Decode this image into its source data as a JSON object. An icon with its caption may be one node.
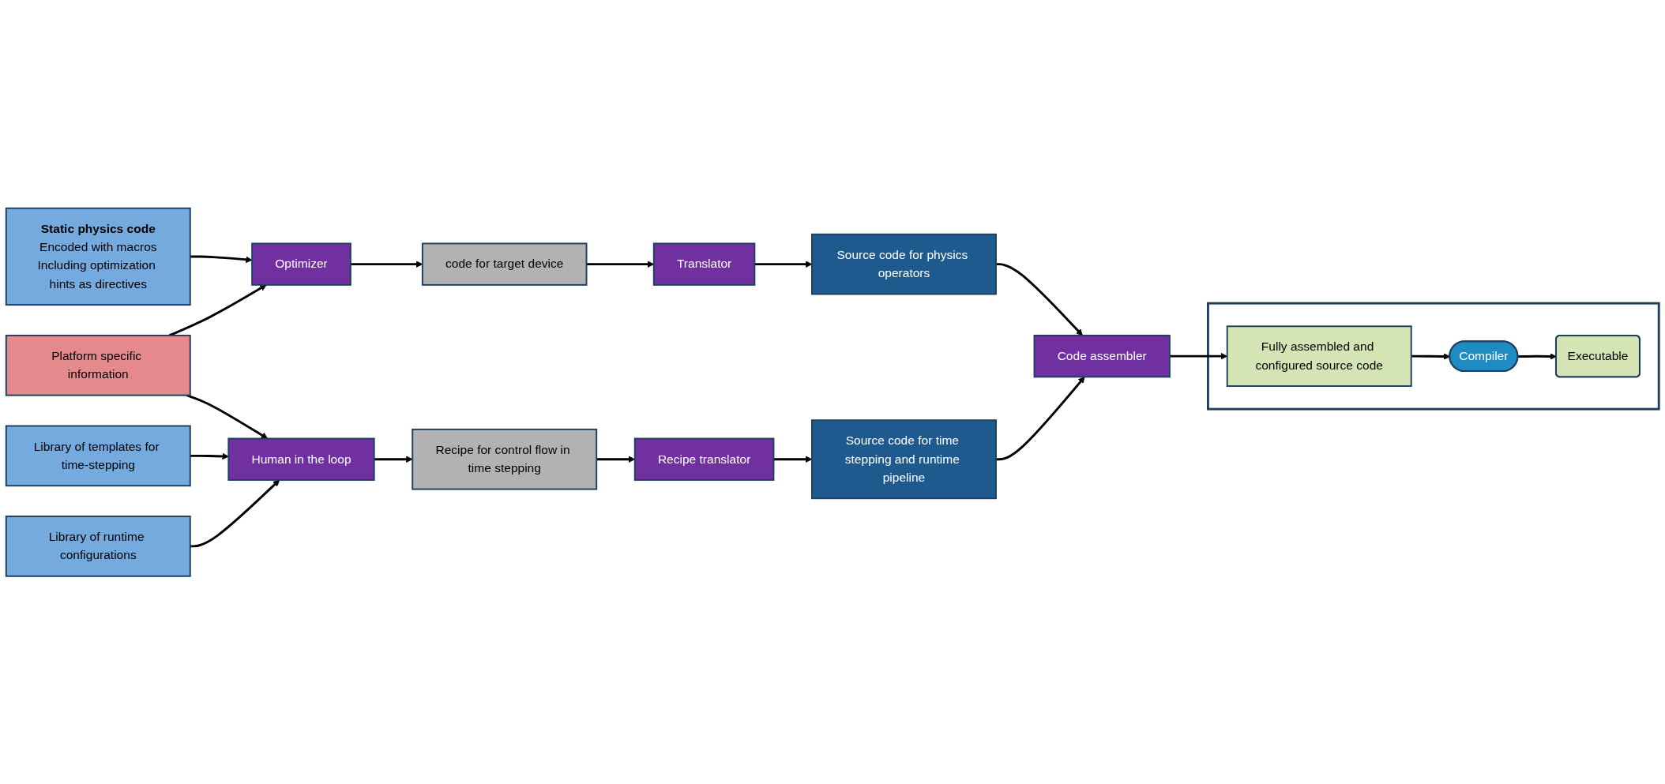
{
  "diagram": {
    "nodes": [
      {
        "text": [
          "Static physics code",
          "Encoded with macros",
          "Including optimization hints as directives"
        ]
      },
      {
        "text": [
          "Platform specific information"
        ]
      },
      {
        "text": [
          "Library of templates for time-stepping"
        ]
      },
      {
        "text": [
          "Library of runtime configurations"
        ]
      },
      {
        "text": [
          "Optimizer"
        ]
      },
      {
        "text": [
          "code for target device"
        ]
      },
      {
        "text": [
          "Translator"
        ]
      },
      {
        "text": [
          "Source code for physics operators"
        ]
      },
      {
        "text": [
          "Human in the loop"
        ]
      },
      {
        "text": [
          "Recipe for control flow in time stepping"
        ]
      },
      {
        "text": [
          "Recipe translator"
        ]
      },
      {
        "text": [
          "Source code for time stepping and runtime pipeline"
        ]
      },
      {
        "text": [
          "Code assembler"
        ]
      },
      {
        "text": [],
        "shape": "box"
      },
      {
        "text": [
          "Fully assembled and configured source code"
        ],
        "in": 13
      },
      {
        "text": [
          "Compiler"
        ],
        "in": 13
      },
      {
        "text": [
          "Executable"
        ],
        "in": 13
      }
    ],
    "edges": [
      {
        "from": 0,
        "to": 4,
        "arrow": "to"
      },
      {
        "from": 1,
        "to": 4,
        "arrow": "to"
      },
      {
        "from": 4,
        "to": 5,
        "arrow": "to"
      },
      {
        "from": 5,
        "to": 6,
        "arrow": "to"
      },
      {
        "from": 6,
        "to": 7,
        "arrow": "to"
      },
      {
        "from": 7,
        "to": 12,
        "arrow": "to"
      },
      {
        "from": 1,
        "to": 8,
        "arrow": "to"
      },
      {
        "from": 2,
        "to": 8,
        "arrow": "to"
      },
      {
        "from": 3,
        "to": 8,
        "arrow": "to"
      },
      {
        "from": 8,
        "to": 9,
        "arrow": "to"
      },
      {
        "from": 9,
        "to": 10,
        "arrow": "to"
      },
      {
        "from": 10,
        "to": 11,
        "arrow": "to"
      },
      {
        "from": 11,
        "to": 12,
        "arrow": "to"
      },
      {
        "from": 12,
        "to": 14,
        "arrow": "to"
      },
      {
        "from": 14,
        "to": 15,
        "arrow": "to"
      },
      {
        "from": 15,
        "to": 16,
        "arrow": "to"
      }
    ]
  }
}
